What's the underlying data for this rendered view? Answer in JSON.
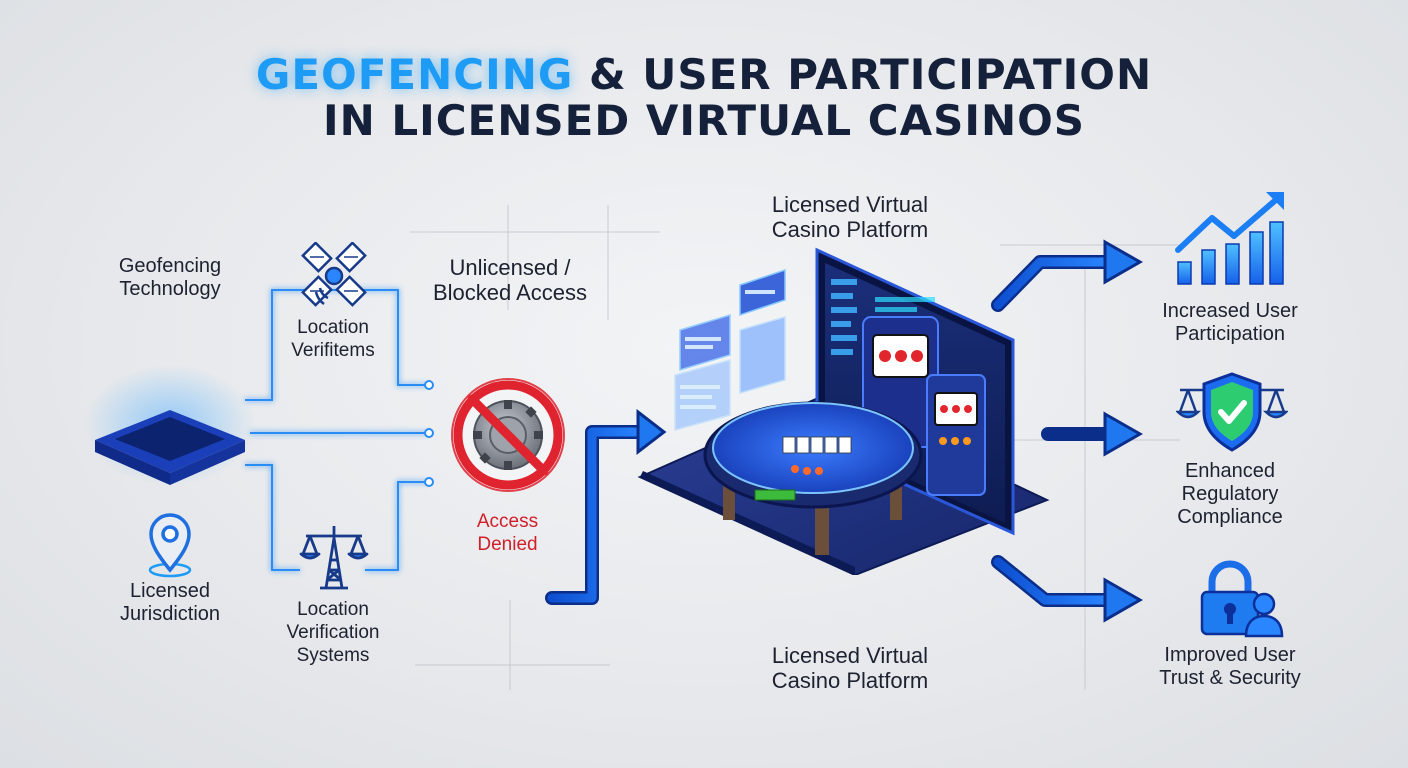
{
  "title": {
    "accent": "GEOFENCING",
    "line1_rest": " & USER PARTICIPATION",
    "line2": "IN LICENSED VIRTUAL CASINOS"
  },
  "left": {
    "geofencing_label": "Geofencing\nTechnology",
    "jurisdiction_label": "Licensed\nJurisdiction",
    "location_top_label": "Location\nVerifitems",
    "location_bottom_label": "Location\nVerification\nSystems"
  },
  "middle": {
    "blocked_label": "Unlicensed /\nBlocked Access",
    "denied_label": "Access\nDenied"
  },
  "platform": {
    "top_label": "Licensed Virtual\nCasino Platform",
    "bottom_label": "Licensed Virtual\nCasino Platform"
  },
  "outcomes": [
    {
      "label": "Increased User\nParticipation",
      "icon": "growth-chart-icon"
    },
    {
      "label": "Enhanced\nRegulatory\nCompliance",
      "icon": "shield-scales-icon"
    },
    {
      "label": "Improved User\nTrust & Security",
      "icon": "lock-user-icon"
    }
  ],
  "colors": {
    "accent_blue": "#1e9cf5",
    "navy": "#15203a",
    "deny_red": "#d11f2a",
    "arrow_blue": "#1467e8"
  }
}
